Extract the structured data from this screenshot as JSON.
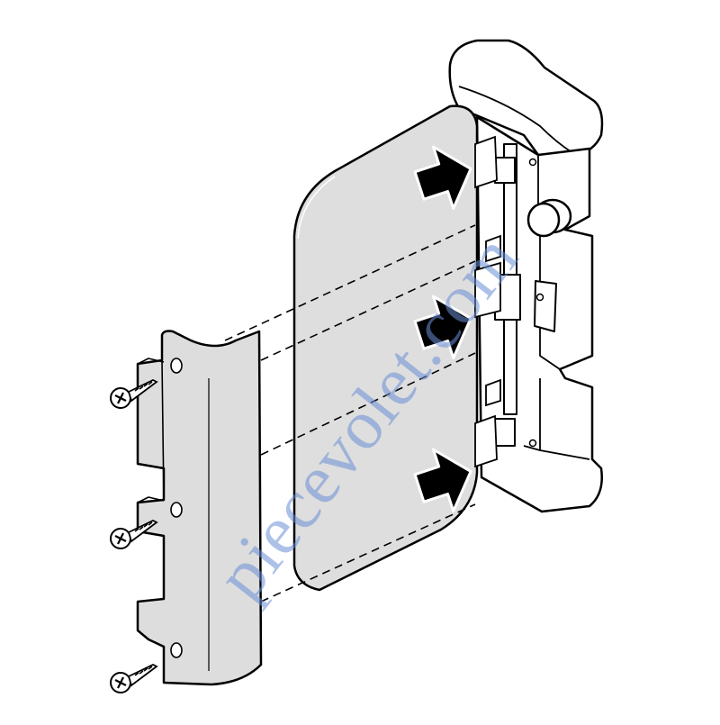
{
  "diagram": {
    "watermark_text": "piecevolet.com",
    "colors": {
      "line": "#000000",
      "panel_fill": "#dedede",
      "cover_fill": "#dddddd",
      "housing_fill": "#ffffff",
      "arrow_fill": "#000000",
      "watermark": "#6b8fd6"
    },
    "parts": [
      "hinge-housing",
      "slide-panel",
      "cover-plate",
      "screw",
      "screw",
      "screw"
    ],
    "arrow_count": 3,
    "screw_count": 3
  }
}
